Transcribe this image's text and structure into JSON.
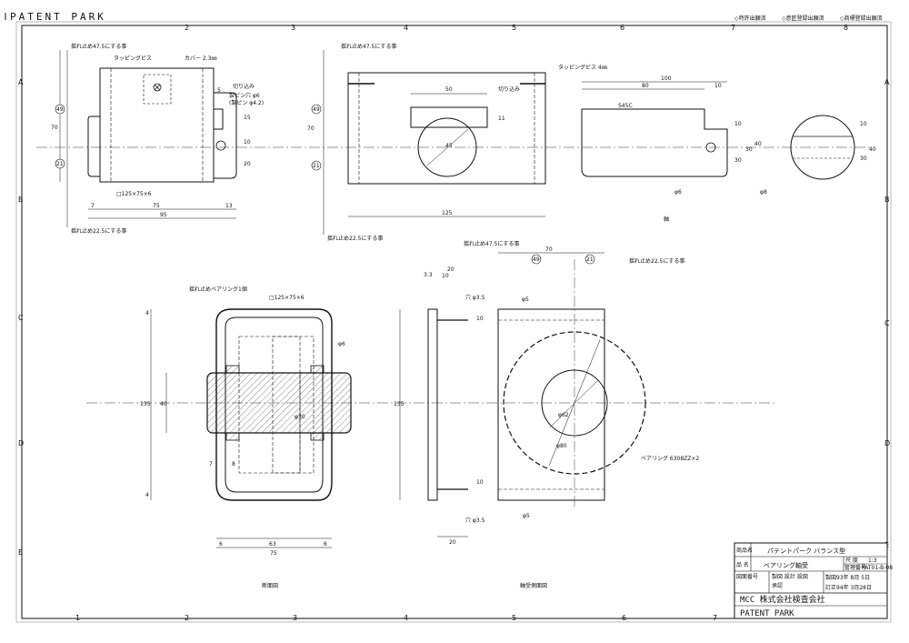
{
  "header": {
    "brand": "PATENT PARK",
    "right_items": [
      "◇特許出願済",
      "◇意匠登録出願済",
      "◇商標登録出願済"
    ]
  },
  "zones": {
    "columns_top": [
      "2",
      "3",
      "4",
      "5",
      "6",
      "7",
      "8"
    ],
    "columns_bottom": [
      "1",
      "2",
      "3",
      "4",
      "5",
      "6",
      "7"
    ],
    "rows_left": [
      "A",
      "B",
      "C",
      "D",
      "E"
    ],
    "rows_right": [
      "A",
      "B",
      "C",
      "D",
      "E"
    ]
  },
  "view1": {
    "note_top": "揺れ止め47.5にする事",
    "note_bottom": "揺れ止め22.5にする事",
    "tapping_screw": "タッピングビス",
    "cover": "カバー 2.3㎜",
    "cut": "切り込み",
    "pin": "製ピン穴 φ6",
    "pin2": "(製ピン φ4.2)",
    "section": "□125×75×6",
    "circle_top": "49",
    "circle_bottom": "21",
    "dims": [
      "70",
      "5",
      "15",
      "10",
      "20",
      "7",
      "75",
      "13",
      "95"
    ]
  },
  "view2": {
    "note_top": "揺れ止め47.5にする事",
    "note_bottom": "揺れ止め22.5にする事",
    "tapping_screw": "タッピングビス 4㎜",
    "cut": "切り込み",
    "circle_top": "49",
    "circle_bottom": "21",
    "dims": [
      "70",
      "50",
      "11",
      "45",
      "125"
    ]
  },
  "shaft": {
    "material": "S45C",
    "caption": "軸",
    "dims": [
      "100",
      "80",
      "10",
      "10",
      "30",
      "30",
      "φ6",
      "40",
      "φ8",
      "10",
      "30",
      "40"
    ]
  },
  "section_view": {
    "note": "揺れ止めベアリング1個",
    "section": "□125×75×6",
    "hole": "φ6",
    "inner": "φ30",
    "caption": "断面図",
    "dims": [
      "4",
      "135",
      "40",
      "7",
      "8",
      "6",
      "63",
      "6",
      "75",
      "4"
    ]
  },
  "bearing_view": {
    "note_top": "揺れ止め47.5にする事",
    "note_right": "揺れ止め22.5にする事",
    "circle_top": "49",
    "circle_right": "21",
    "dims": [
      "20",
      "3.3",
      "10",
      "70",
      "135",
      "20",
      "10",
      "10"
    ],
    "hole_top": "穴 φ3.5",
    "hole_bottom": "穴 φ3.5",
    "phi5_top": "φ5",
    "phi5_bottom": "φ5",
    "phi62": "φ62",
    "phi80": "φ80",
    "bearing": "ベアリング 6308ZZ×2",
    "caption": "軸受側面図"
  },
  "title_block": {
    "product_label": "商品名",
    "product_name": "パテントパーク バランス型",
    "part_label": "品 名",
    "part_name": "ベアリング軸受",
    "scale_label": "尺 度",
    "scale_value": "1:3",
    "number_label": "管理番号",
    "number_value": "PAT01-B-08",
    "drawing_label": "図面番号",
    "designer_labels": "製図 設計 設図",
    "checker_label": "承認",
    "created": "製図93年 8月 5日",
    "revised": "訂正94年 3月28日",
    "company": "MCC 株式会社検査会社",
    "brand": "PATENT PARK"
  }
}
